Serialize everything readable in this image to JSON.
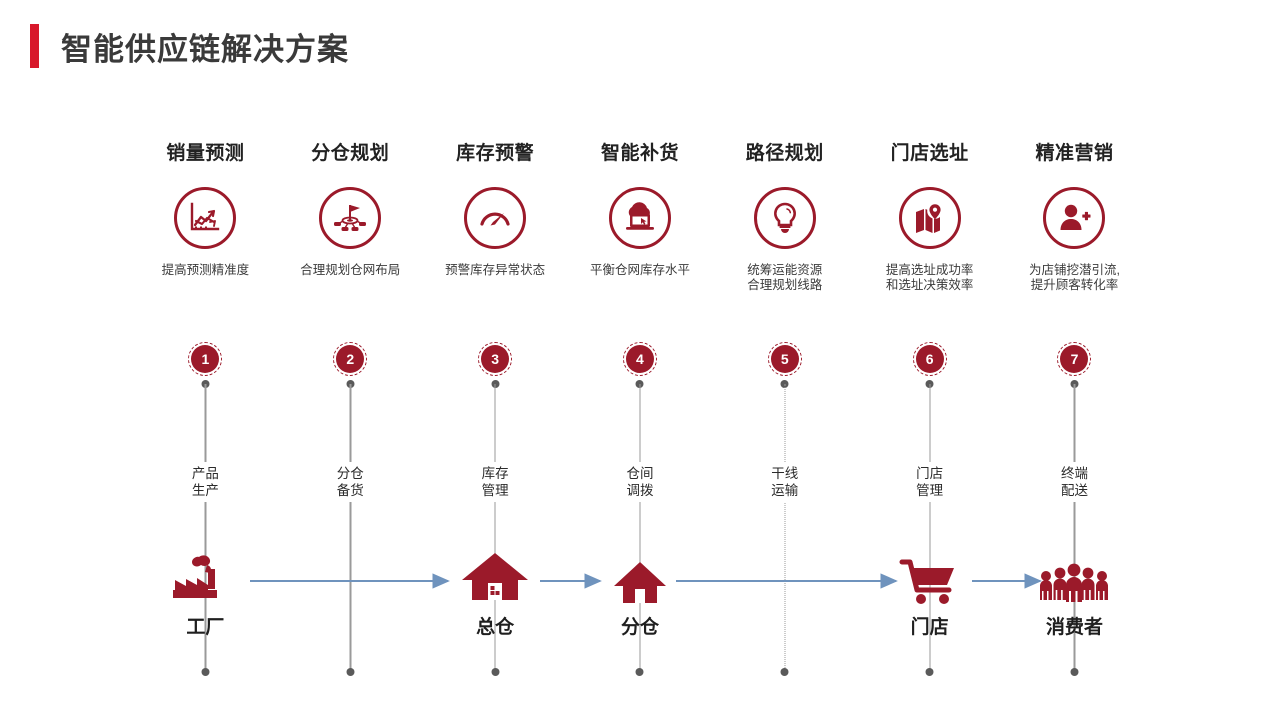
{
  "header": {
    "title": "智能供应链解决方案",
    "accent_color": "#d8182b"
  },
  "theme": {
    "primary_red": "#9B1A2A",
    "arrow_blue": "#6f93bd",
    "line_gray": "#9a9a9a"
  },
  "columns": [
    {
      "index": "1",
      "head": "销量预测",
      "icon": "line-chart-growth-icon",
      "desc_line1": "提高预测精准度",
      "desc_line2": "",
      "badge": "1",
      "mid_line1": "产品",
      "mid_line2": "生产",
      "connector_style": "solid",
      "node": {
        "label": "工厂",
        "glyph": "factory-icon"
      }
    },
    {
      "index": "2",
      "head": "分仓规划",
      "icon": "flag-target-network-icon",
      "desc_line1": "合理规划仓网布局",
      "desc_line2": "",
      "badge": "2",
      "mid_line1": "分仓",
      "mid_line2": "备货",
      "connector_style": "solid",
      "node": null
    },
    {
      "index": "3",
      "head": "库存预警",
      "icon": "gauge-speedometer-icon",
      "desc_line1": "预警库存异常状态",
      "desc_line2": "",
      "badge": "3",
      "mid_line1": "库存",
      "mid_line2": "管理",
      "connector_style": "solid",
      "node": {
        "label": "总仓",
        "glyph": "warehouse-large-icon"
      }
    },
    {
      "index": "4",
      "head": "智能补货",
      "icon": "cloud-laptop-icon",
      "desc_line1": "平衡仓网库存水平",
      "desc_line2": "",
      "badge": "4",
      "mid_line1": "仓间",
      "mid_line2": "调拨",
      "connector_style": "solid",
      "node": {
        "label": "分仓",
        "glyph": "warehouse-small-icon"
      }
    },
    {
      "index": "5",
      "head": "路径规划",
      "icon": "lightbulb-icon",
      "desc_line1": "统筹运能资源",
      "desc_line2": "合理规划线路",
      "badge": "5",
      "mid_line1": "干线",
      "mid_line2": "运输",
      "connector_style": "dotted",
      "node": null
    },
    {
      "index": "6",
      "head": "门店选址",
      "icon": "map-pin-icon",
      "desc_line1": "提高选址成功率",
      "desc_line2": "和选址决策效率",
      "badge": "6",
      "mid_line1": "门店",
      "mid_line2": "管理",
      "connector_style": "solid",
      "node": {
        "label": "门店",
        "glyph": "shopping-cart-icon"
      }
    },
    {
      "index": "7",
      "head": "精准营销",
      "icon": "user-plus-icon",
      "desc_line1": "为店铺挖潜引流,",
      "desc_line2": "提升顾客转化率",
      "badge": "7",
      "mid_line1": "终端",
      "mid_line2": "配送",
      "connector_style": "solid",
      "node": {
        "label": "消费者",
        "glyph": "people-group-icon"
      }
    }
  ],
  "flow_arrows": [
    {
      "from": "工厂",
      "to": "总仓"
    },
    {
      "from": "总仓",
      "to": "分仓"
    },
    {
      "from": "分仓",
      "to": "门店"
    },
    {
      "from": "门店",
      "to": "消费者"
    }
  ]
}
